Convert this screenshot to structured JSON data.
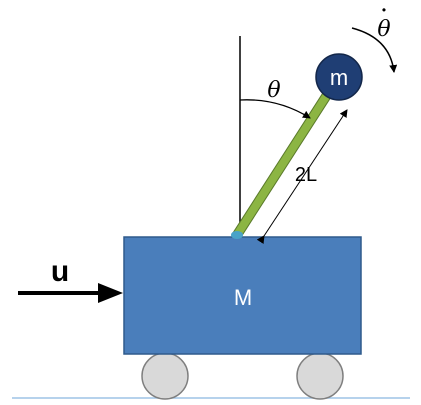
{
  "labels": {
    "input": "u",
    "cart_mass": "M",
    "bob_mass": "m",
    "angle": "θ",
    "angular_rate": "θ",
    "angular_rate_dot": "•",
    "length": "2L"
  },
  "colors": {
    "cart_fill": "#4a7ebb",
    "cart_stroke": "#2f5a8c",
    "rod": "#8cb543",
    "bob_fill": "#1f3e74",
    "wheel_fill": "#d9d9d9",
    "ground": "#9dc3e6",
    "line": "#000000",
    "pivot": "#4aa3c8"
  }
}
